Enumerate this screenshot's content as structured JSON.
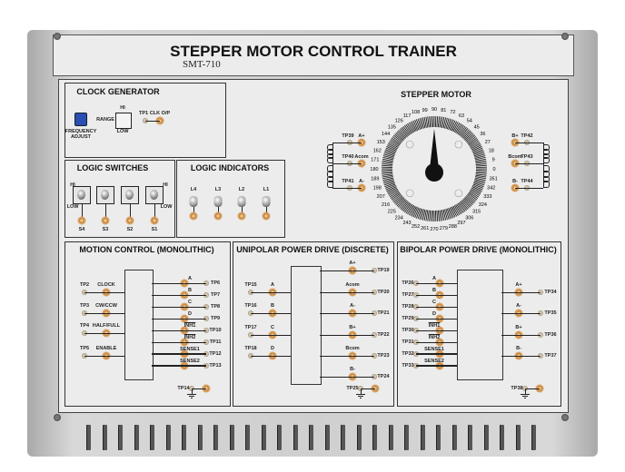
{
  "header": {
    "title": "STEPPER MOTOR CONTROL TRAINER",
    "model": "SMT-710"
  },
  "clock_generator": {
    "title": "CLOCK GENERATOR",
    "pot_label": [
      "FREQUENCY",
      "ADJUST"
    ],
    "range_label": "RANGE",
    "hi": "HI",
    "low": "LOW",
    "tp": "TP1",
    "output": "CLK O/P"
  },
  "logic_switches": {
    "title": "LOGIC SWITCHES",
    "hi": "HI",
    "low": "LOW",
    "switches": [
      "S4",
      "S3",
      "S2",
      "S1"
    ]
  },
  "logic_indicators": {
    "title": "LOGIC INDICATORS",
    "leds": [
      "L4",
      "L3",
      "L2",
      "L1"
    ]
  },
  "stepper_motor": {
    "title": "STEPPER MOTOR",
    "dial_labels": [
      "0",
      "9",
      "18",
      "27",
      "36",
      "45",
      "54",
      "63",
      "72",
      "81",
      "90",
      "99",
      "108",
      "117",
      "126",
      "135",
      "144",
      "153",
      "162",
      "171",
      "180",
      "189",
      "198",
      "207",
      "216",
      "225",
      "234",
      "243",
      "252",
      "261",
      "270",
      "279",
      "288",
      "297",
      "306",
      "315",
      "324",
      "333",
      "342",
      "351"
    ],
    "needle_degrees": 90,
    "left": [
      {
        "tp": "TP39",
        "label": "A+"
      },
      {
        "tp": "TP40",
        "label": "Acom"
      },
      {
        "tp": "TP41",
        "label": "A-"
      }
    ],
    "right": [
      {
        "tp": "TP42",
        "label": "B+"
      },
      {
        "tp": "TP43",
        "label": "Bcom"
      },
      {
        "tp": "TP44",
        "label": "B-"
      }
    ]
  },
  "motion_control": {
    "title": "MOTION CONTROL (MONOLITHIC)",
    "inputs": [
      {
        "tp": "TP2",
        "label": "CLOCK"
      },
      {
        "tp": "TP3",
        "label": "CW/CCW"
      },
      {
        "tp": "TP4",
        "label": "HALF/FULL"
      },
      {
        "tp": "TP5",
        "label": "ENABLE"
      }
    ],
    "outputs": [
      {
        "tp": "TP6",
        "label": "A"
      },
      {
        "tp": "TP7",
        "label": "B"
      },
      {
        "tp": "TP8",
        "label": "C"
      },
      {
        "tp": "TP9",
        "label": "D"
      },
      {
        "tp": "TP10",
        "label": "INH1"
      },
      {
        "tp": "TP11",
        "label": "INH2"
      },
      {
        "tp": "TP12",
        "label": "SENSE1"
      },
      {
        "tp": "TP13",
        "label": "SENSE2"
      }
    ],
    "ground_tp": "TP14"
  },
  "unipolar": {
    "title": "UNIPOLAR POWER DRIVE (DISCRETE)",
    "inputs": [
      {
        "tp": "TP15",
        "label": "A"
      },
      {
        "tp": "TP16",
        "label": "B"
      },
      {
        "tp": "TP17",
        "label": "C"
      },
      {
        "tp": "TP18",
        "label": "D"
      }
    ],
    "outputs": [
      {
        "tp": "TP19",
        "label": "A+"
      },
      {
        "tp": "TP20",
        "label": "Acom"
      },
      {
        "tp": "TP21",
        "label": "A-"
      },
      {
        "tp": "TP22",
        "label": "B+"
      },
      {
        "tp": "TP23",
        "label": "Bcom"
      },
      {
        "tp": "TP24",
        "label": "B-"
      }
    ],
    "ground_tp": "TP25"
  },
  "bipolar": {
    "title": "BIPOLAR POWER DRIVE (MONOLITHIC)",
    "inputs": [
      {
        "tp": "TP26",
        "label": "A"
      },
      {
        "tp": "TP27",
        "label": "B"
      },
      {
        "tp": "TP28",
        "label": "C"
      },
      {
        "tp": "TP29",
        "label": "D"
      },
      {
        "tp": "TP30",
        "label": "INH1"
      },
      {
        "tp": "TP31",
        "label": "INH2"
      },
      {
        "tp": "TP32",
        "label": "SENSE1"
      },
      {
        "tp": "TP33",
        "label": "SENSE2"
      }
    ],
    "outputs": [
      {
        "tp": "TP34",
        "label": "A+"
      },
      {
        "tp": "TP35",
        "label": "A-"
      },
      {
        "tp": "TP36",
        "label": "B+"
      },
      {
        "tp": "TP37",
        "label": "B-"
      }
    ],
    "ground_tp": "TP38"
  },
  "colors": {
    "terminal": "#e1a866",
    "pot": "#2a4fb0",
    "panel": "#ececec"
  }
}
